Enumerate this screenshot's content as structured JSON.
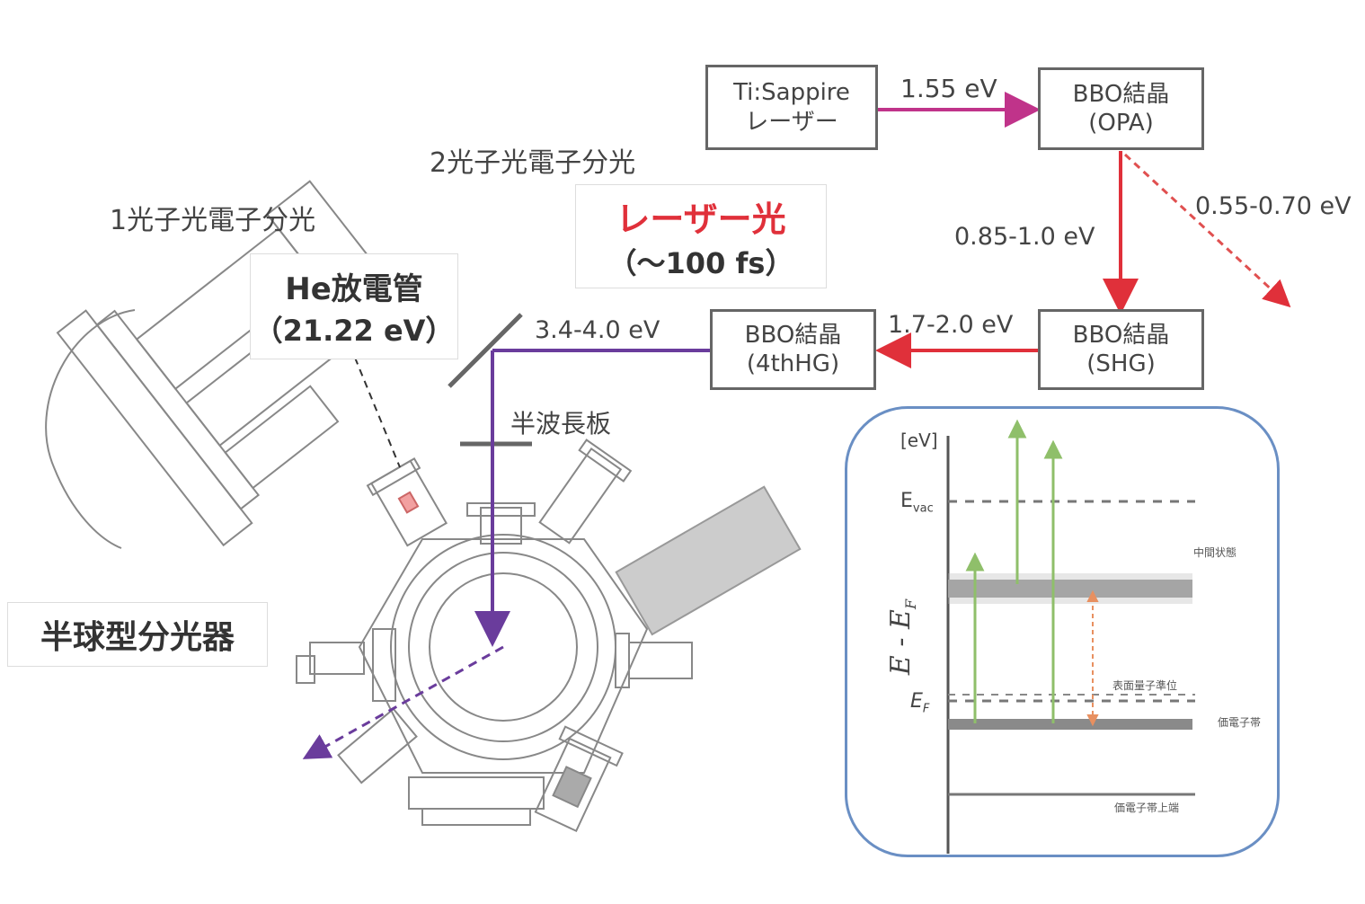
{
  "labels": {
    "one_photon": "1光子光電子分光",
    "two_photon": "2光子光電子分光",
    "half_wave_plate": "半波長板",
    "hemisphere_analyzer": "半球型分光器"
  },
  "he_lamp": {
    "line1": "He放電管",
    "line2": "（21.22 eV）"
  },
  "laser_note": {
    "line1": "レーザー光",
    "line2": "（～100 fs）"
  },
  "boxes": {
    "ti_sapphire": {
      "line1": "Ti:Sappire",
      "line2": "レーザー"
    },
    "bbo_opa": {
      "line1": "BBO結晶",
      "line2": "(OPA)"
    },
    "bbo_shg": {
      "line1": "BBO結晶",
      "line2": "(SHG)"
    },
    "bbo_4thhg": {
      "line1": "BBO結晶",
      "line2": "(4thHG)"
    }
  },
  "energies": {
    "e_155": "1.55 eV",
    "e_085": "0.85-1.0 eV",
    "e_055": "0.55-0.70 eV",
    "e_17": "1.7-2.0 eV",
    "e_34": "3.4-4.0 eV"
  },
  "inset": {
    "unit": "[eV]",
    "e_vac": "E",
    "e_vac_sub": "vac",
    "e_f": "E",
    "e_f_sub": "F",
    "axis_label": "E - E",
    "axis_label_sub": "F",
    "level_intermediate": "中間状態",
    "level_surface": "表面量子準位",
    "level_bulk": "価電子帯",
    "level_deep": "価電子帯上端"
  },
  "colors": {
    "magenta_beam": "#c0338a",
    "red_beam": "#e0303a",
    "purple_beam": "#6a3c9c",
    "green_transition": "#8fbf6a",
    "orange_transition": "#e89060",
    "inset_border": "#6a8fc4",
    "laser_text": "#e0303a"
  }
}
